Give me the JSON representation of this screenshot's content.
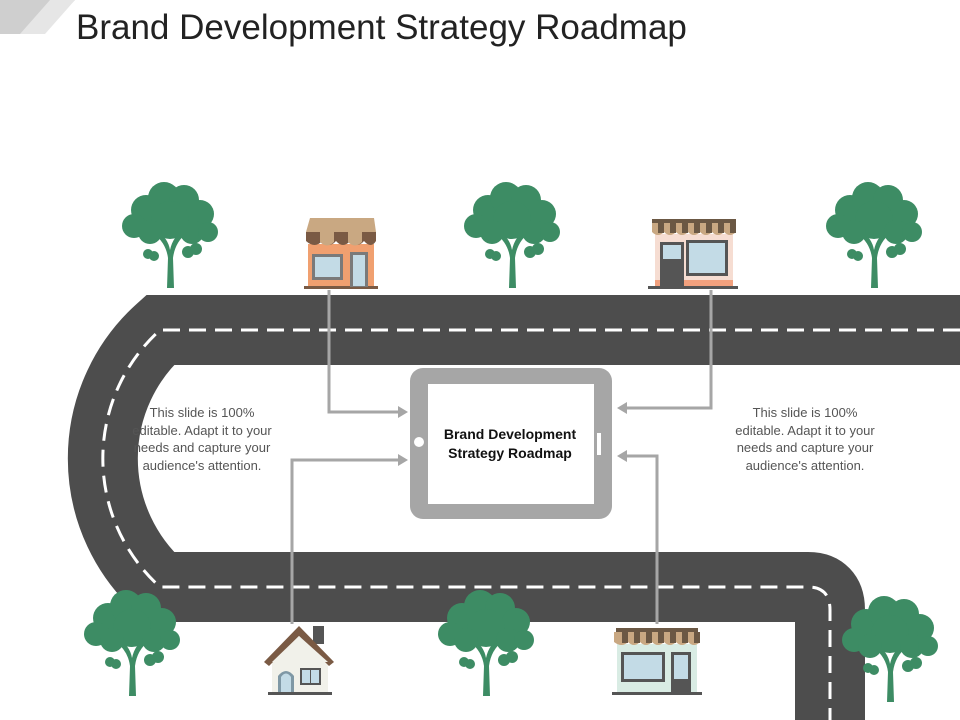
{
  "slide": {
    "title": "Brand Development Strategy Roadmap"
  },
  "center": {
    "title": "Brand Development Strategy Roadmap"
  },
  "notes": {
    "left": "This slide is 100% editable. Adapt it to your needs and capture your audience's attention.",
    "right": "This slide is 100% editable. Adapt it to your needs and capture your audience's attention."
  },
  "colors": {
    "road": "#4d4d4d",
    "tree": "#3d8c64",
    "connector": "#a6a6a6",
    "tablet_frame": "#a6a6a6"
  },
  "icons": [
    "tree-icon",
    "shop-icon",
    "house-icon"
  ]
}
